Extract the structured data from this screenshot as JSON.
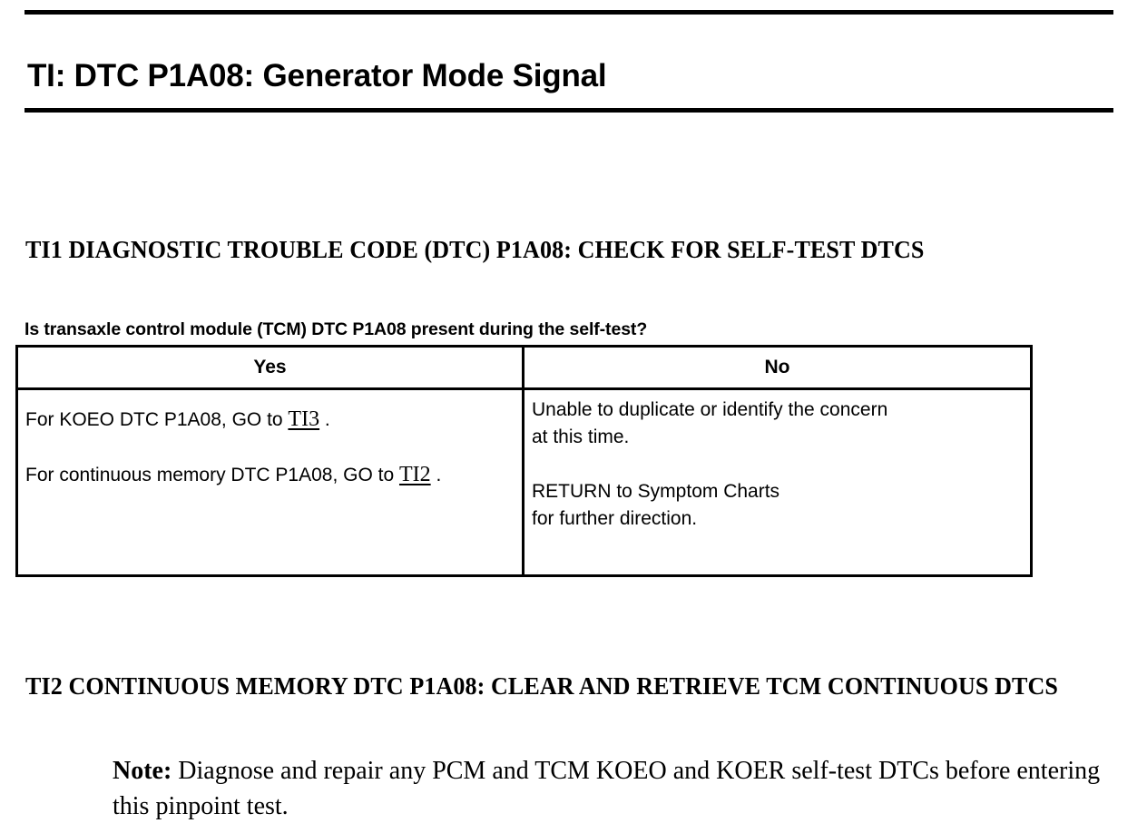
{
  "document": {
    "title": "TI: DTC P1A08: Generator Mode Signal",
    "sections": [
      {
        "id": "ti1",
        "heading": "TI1 DIAGNOSTIC TROUBLE CODE (DTC) P1A08: CHECK FOR SELF-TEST DTCS",
        "question": "Is transaxle control module (TCM) DTC P1A08 present during the self-test?"
      },
      {
        "id": "ti2",
        "heading": "TI2 CONTINUOUS MEMORY DTC P1A08: CLEAR AND RETRIEVE TCM CONTINUOUS DTCS"
      }
    ],
    "decision_table": {
      "headers": [
        "Yes",
        "No"
      ],
      "yes_cell": {
        "line1_pre": "For KOEO DTC P1A08, GO to ",
        "line1_link": "TI3",
        "line1_post": " .",
        "line2_pre": "For continuous memory DTC P1A08, GO to ",
        "line2_link": "TI2",
        "line2_post": " ."
      },
      "no_cell": {
        "line1": "Unable to duplicate or identify the concern",
        "line2": "at this time.",
        "line3": "RETURN to Symptom Charts",
        "line4": "for further direction."
      }
    },
    "note": {
      "label": "Note:",
      "text": " Diagnose and repair any PCM and TCM KOEO and KOER self-test DTCs before entering this pinpoint test."
    }
  }
}
